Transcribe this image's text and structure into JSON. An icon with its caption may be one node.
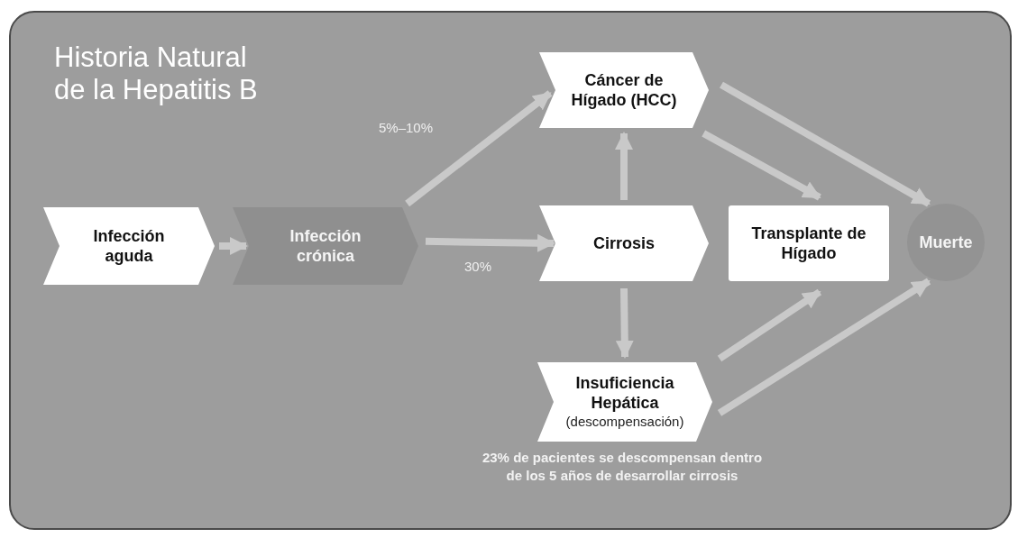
{
  "diagram": {
    "title": "Historia Natural de la Hepatitis B",
    "nodes": [
      {
        "text": [
          "Infección aguda"
        ]
      },
      {
        "text": [
          "Infección crónica"
        ]
      },
      {
        "text": [
          "Cáncer de Hígado (HCC)"
        ]
      },
      {
        "text": [
          "Cirrosis"
        ]
      },
      {
        "text": [
          "Transplante de Hígado"
        ]
      },
      {
        "text": [
          "Muerte"
        ]
      },
      {
        "text": [
          "Insuficiencia Hepática",
          "(descompensación)"
        ],
        "beside": [
          "23% de pacientes se descompensan dentro de los 5 años de desarrollar cirrosis"
        ]
      }
    ],
    "edges": [
      {
        "from": 0,
        "to": 1,
        "arrow": "to"
      },
      {
        "from": 1,
        "to": 2,
        "arrow": "to",
        "label": "5%–10%"
      },
      {
        "from": 1,
        "to": 3,
        "arrow": "to",
        "label": "30%"
      },
      {
        "from": 3,
        "to": 2,
        "arrow": "to"
      },
      {
        "from": 3,
        "to": 6,
        "arrow": "to"
      },
      {
        "from": 2,
        "to": 4,
        "arrow": "to"
      },
      {
        "from": 2,
        "to": 5,
        "arrow": "to"
      },
      {
        "from": 6,
        "to": 4,
        "arrow": "to"
      },
      {
        "from": 6,
        "to": 5,
        "arrow": "to"
      }
    ]
  }
}
